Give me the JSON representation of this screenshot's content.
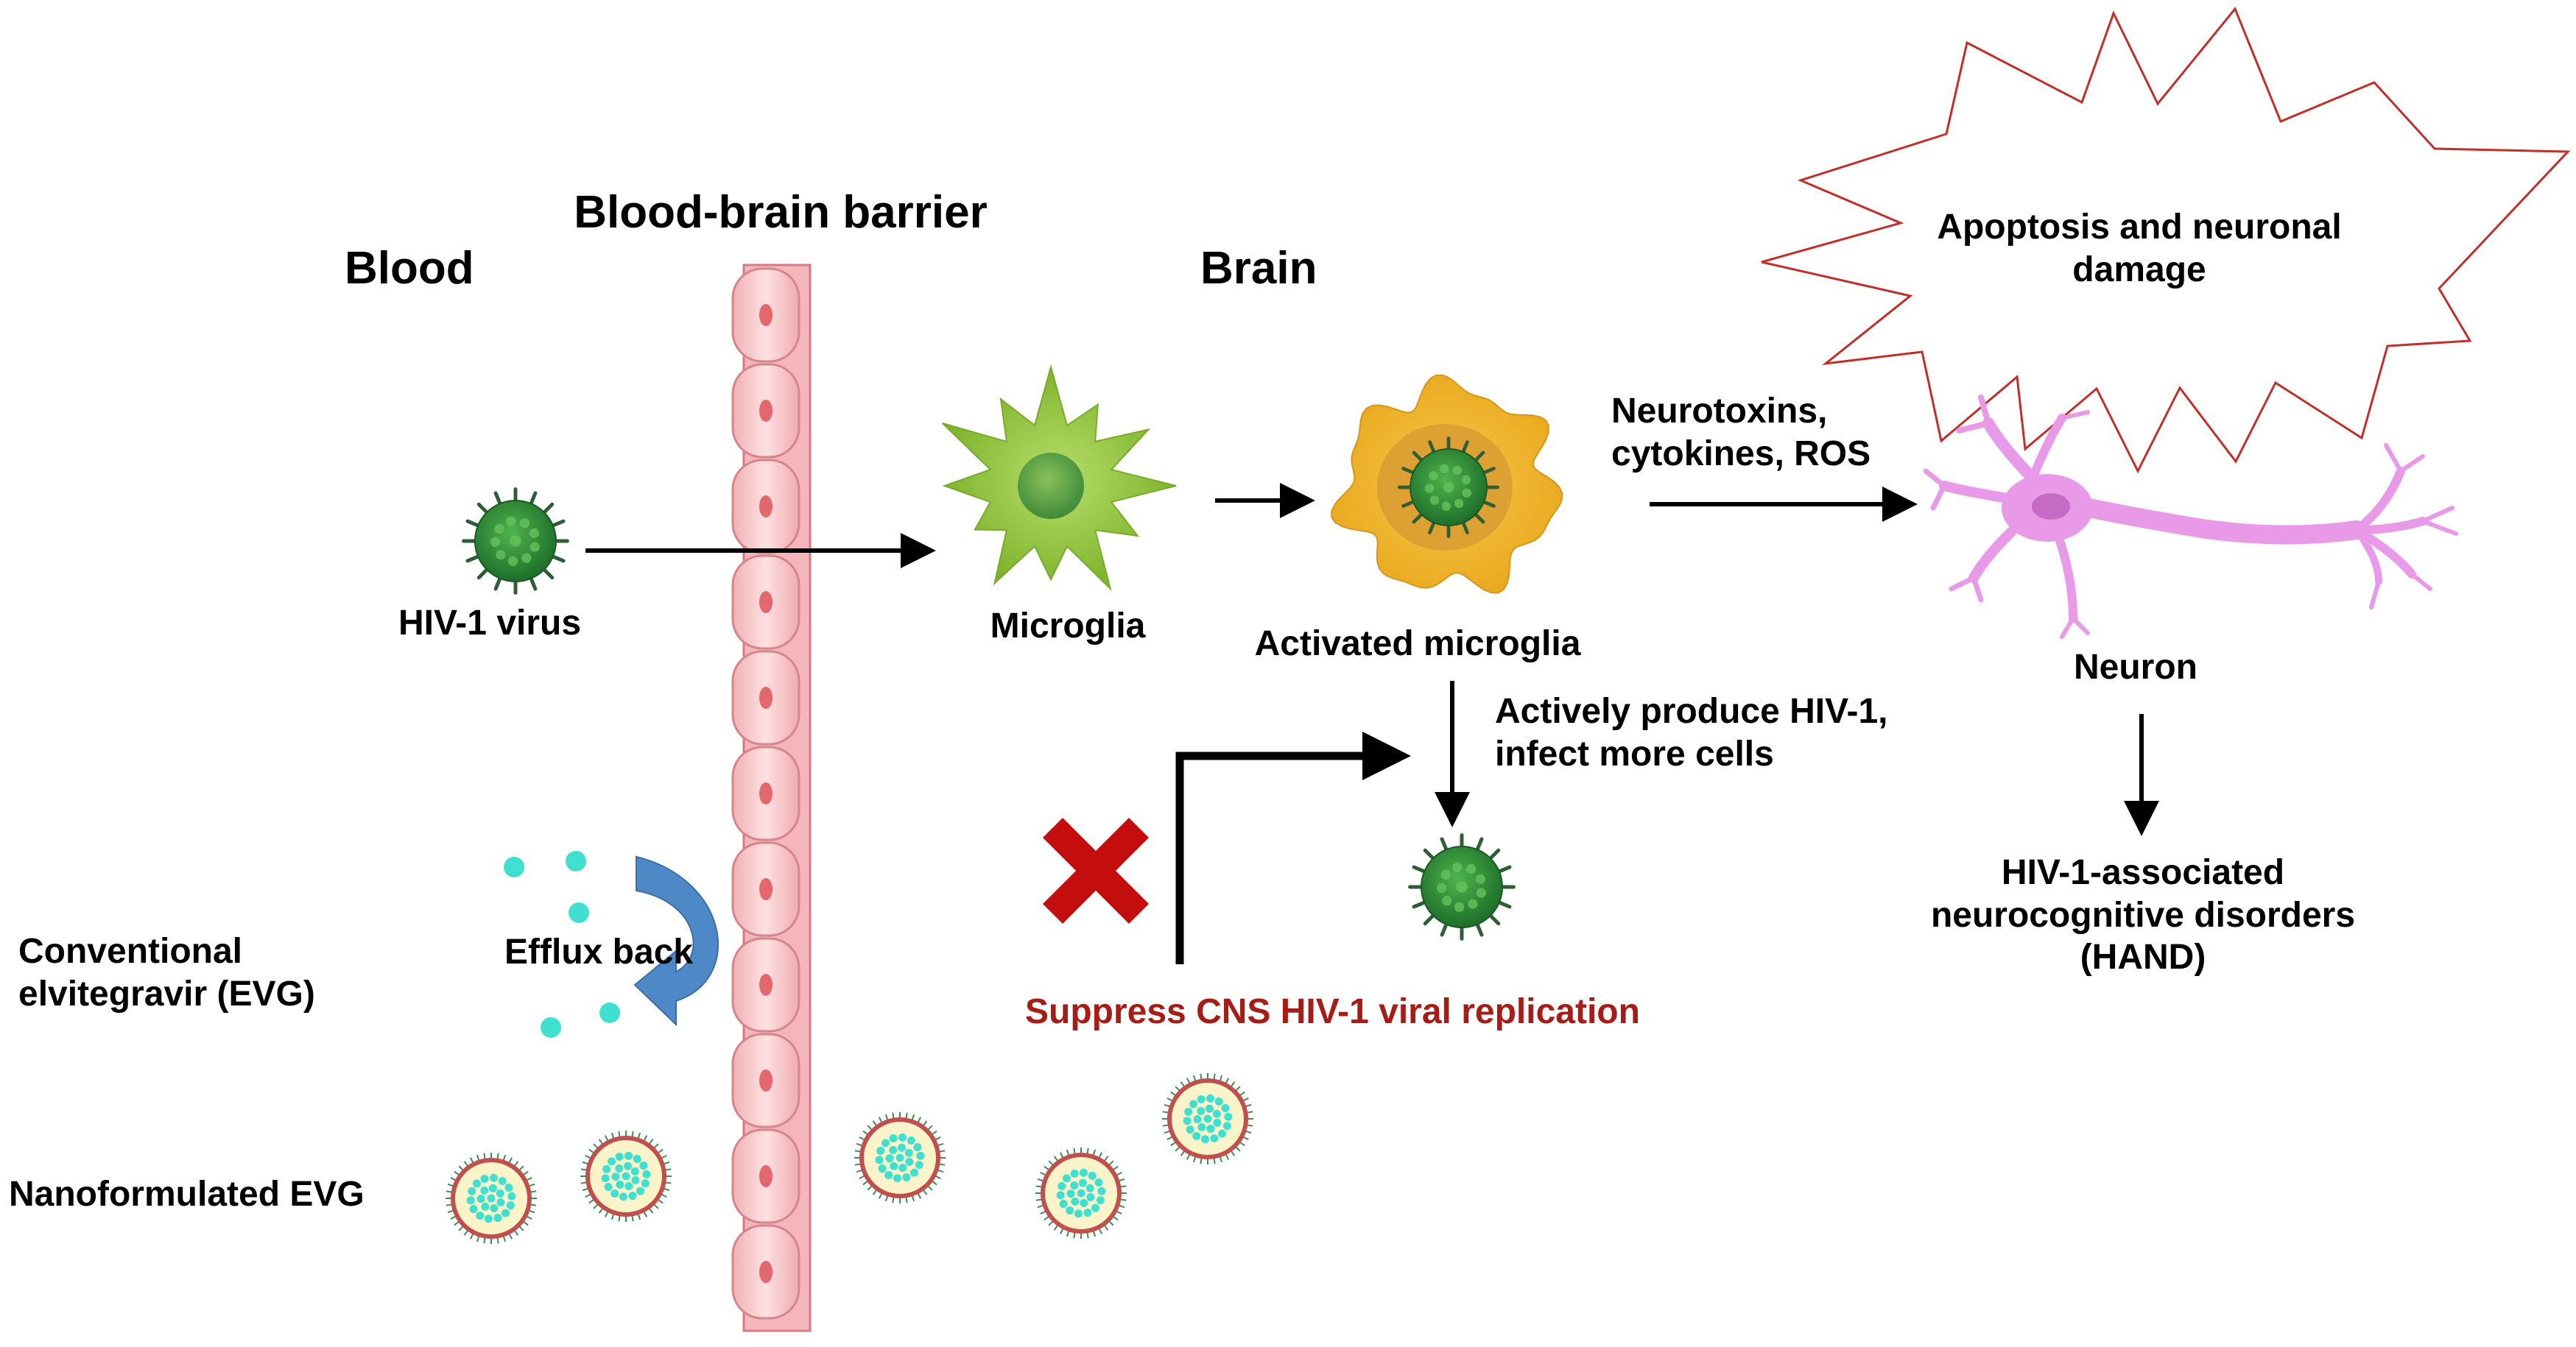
{
  "headers": {
    "blood": "Blood",
    "bbb": "Blood-brain barrier",
    "brain": "Brain"
  },
  "labels": {
    "hiv_virus": "HIV-1 virus",
    "microglia": "Microglia",
    "activated_microglia": "Activated microglia",
    "neurotoxins_line1": "Neurotoxins,",
    "neurotoxins_line2": "cytokines, ROS",
    "apoptosis_line1": "Apoptosis and neuronal",
    "apoptosis_line2": "damage",
    "neuron": "Neuron",
    "produce_line1": "Actively produce HIV-1,",
    "produce_line2": "infect more cells",
    "hand_line1": "HIV-1-associated",
    "hand_line2": "neurocognitive disorders",
    "hand_line3": "(HAND)",
    "conventional_line1": "Conventional",
    "conventional_line2": "elvitegravir (EVG)",
    "efflux": "Efflux back",
    "suppress": "Suppress CNS HIV-1 viral replication",
    "nanoformulated": "Nanoformulated EVG"
  },
  "colors": {
    "microglia_green": "#93c83e",
    "activated_orange": "#f0b630",
    "virus_green": "#2a8a35",
    "neuron_pink": "#e89ae8",
    "cell_pink": "#f5c7c9",
    "cell_nucleus": "#e4676d",
    "drug_cyan": "#3fe0d0",
    "efflux_blue": "#4f88c7",
    "cross_red": "#c40d0d",
    "suppress_red": "#a61c16",
    "nano_border": "#c0504d",
    "nano_fill": "#fbf3c9"
  }
}
